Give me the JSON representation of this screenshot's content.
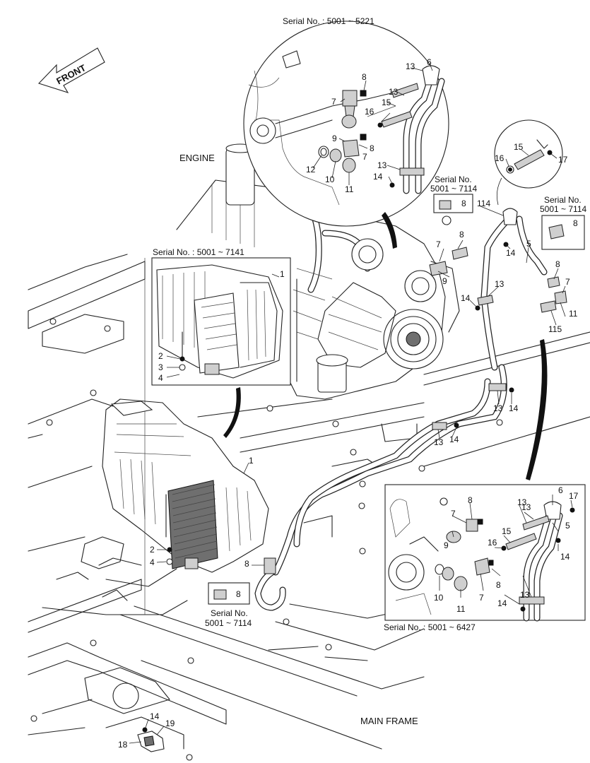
{
  "labels": {
    "front": "FRONT",
    "engine": "ENGINE",
    "main_frame": "MAIN FRAME",
    "serial_5001_5221": "Serial No. : 5001 ~ 5221",
    "serial_5001_7141": "Serial No. : 5001 ~ 7141",
    "serial_5001_6427": "Serial No. : 5001 ~ 6427",
    "serial_no": "Serial No.",
    "serial_range_7114": "5001 ~ 7114",
    "serial_range_7114_b": "5001 ~ 7114",
    "serial_range_7114_c": "5001 ~ 7114"
  },
  "callouts": {
    "circle": [
      "13",
      "6",
      "8",
      "7",
      "13",
      "16",
      "15",
      "9",
      "8",
      "7",
      "12",
      "10",
      "11",
      "13",
      "14"
    ],
    "detail_top_right": [
      "15",
      "16",
      "17"
    ],
    "box_7114_right": [
      "8"
    ],
    "box_7114_mid": [
      "8"
    ],
    "box_7114_bottom": [
      "8"
    ],
    "main_right": [
      "114",
      "8",
      "7",
      "14",
      "5",
      "9",
      "8",
      "7",
      "14",
      "13",
      "11",
      "115",
      "13",
      "14",
      "13",
      "14"
    ],
    "inset_7141": [
      "1",
      "2",
      "3",
      "4"
    ],
    "main_left": [
      "1",
      "2",
      "4",
      "8"
    ],
    "inset_6427": [
      "6",
      "17",
      "13",
      "8",
      "7",
      "13",
      "15",
      "5",
      "9",
      "16",
      "14",
      "8",
      "10",
      "11",
      "7",
      "13",
      "14"
    ],
    "bottom": [
      "14",
      "19",
      "18"
    ]
  }
}
